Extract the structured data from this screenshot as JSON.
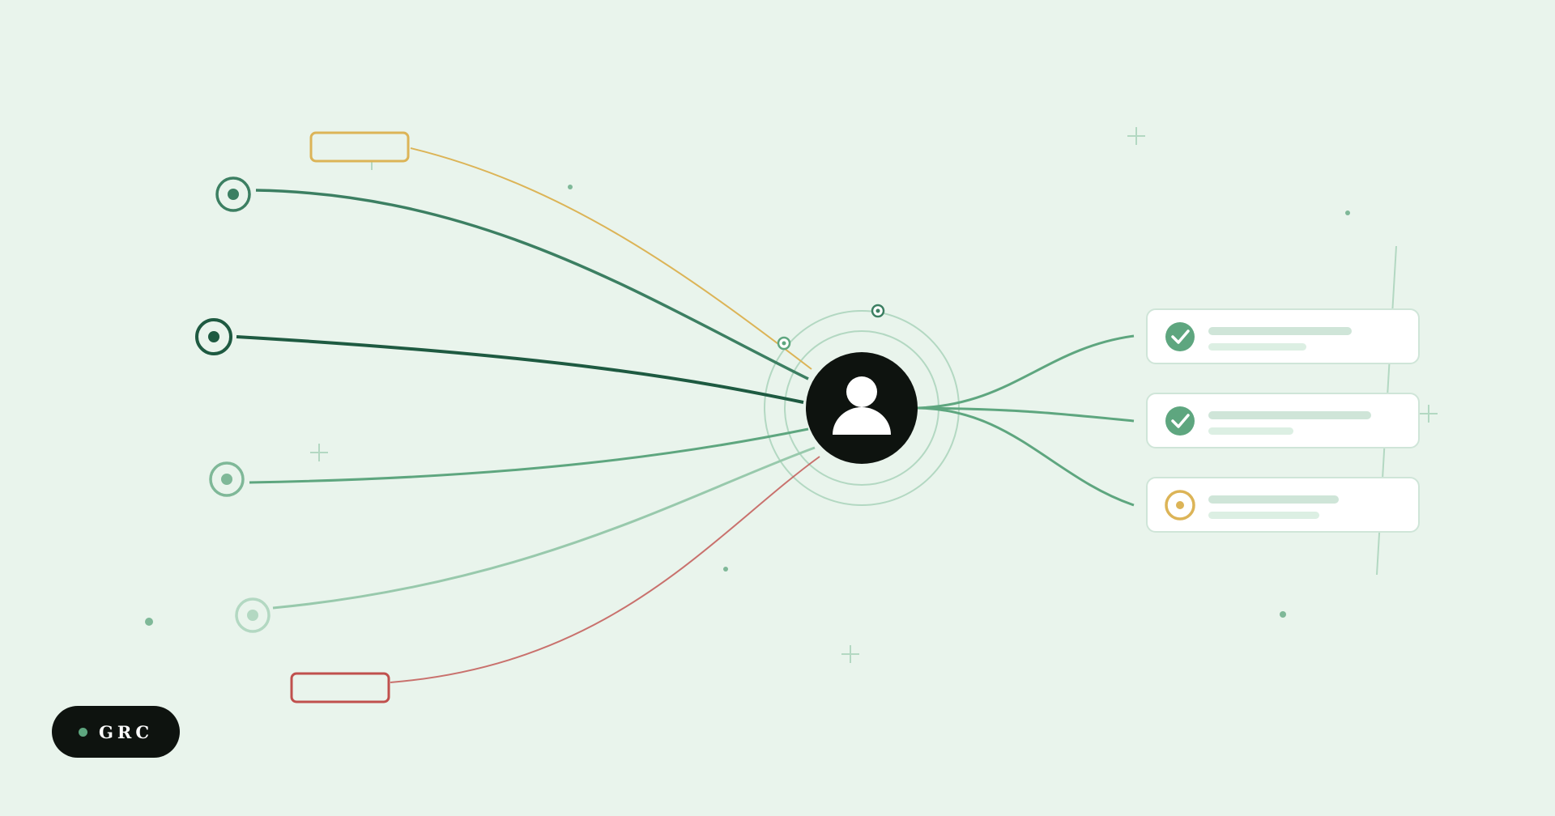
{
  "colors": {
    "background": "#e9f4ec",
    "dark": "#0e130f",
    "green_dark": "#1e5a41",
    "green": "#3c7f62",
    "green_mid": "#5ea67f",
    "green_light": "#98c9ac",
    "green_pale": "#b3d8c2",
    "yellow": "#dcb457",
    "red": "#c0504d",
    "card_bar": "#cfe5d8",
    "card_bar_light": "#dcefe3"
  },
  "central_node": {
    "icon": "user-icon"
  },
  "inputs": [
    {
      "kind": "target-node",
      "color": "green"
    },
    {
      "kind": "target-node",
      "color": "green_dark"
    },
    {
      "kind": "target-node",
      "color": "green_mid"
    },
    {
      "kind": "target-node",
      "color": "green_light"
    },
    {
      "kind": "empty-box",
      "color": "yellow"
    },
    {
      "kind": "empty-box",
      "color": "red"
    }
  ],
  "outputs": [
    {
      "status": "complete",
      "icon": "check-circle-icon"
    },
    {
      "status": "complete",
      "icon": "check-circle-icon"
    },
    {
      "status": "pending",
      "icon": "pending-circle-icon"
    }
  ],
  "badge": {
    "label": "GRC",
    "dot_color": "#5ea67f"
  }
}
